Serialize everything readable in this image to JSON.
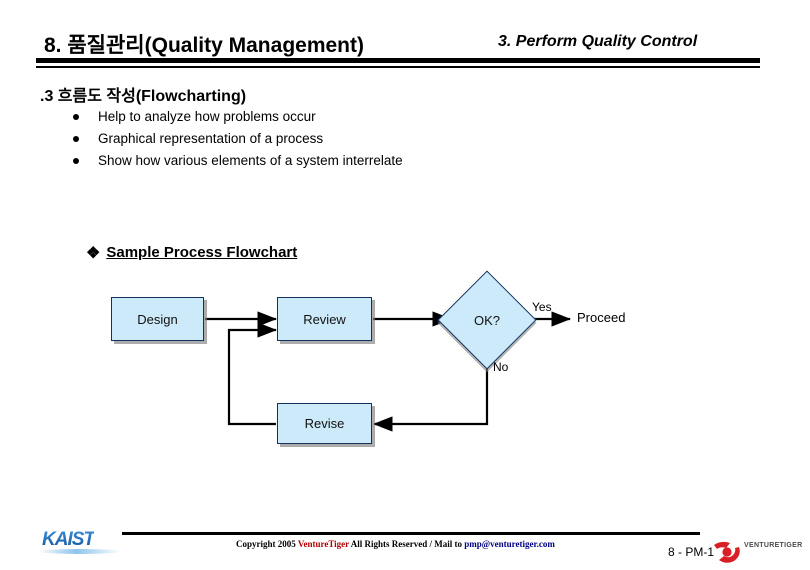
{
  "header": {
    "slide_title": "8. 품질관리(Quality Management)",
    "section_title": "3. Perform Quality Control"
  },
  "content": {
    "subsection_title": ".3  흐름도 작성(Flowcharting)",
    "bullets": [
      "Help to analyze how problems occur",
      "Graphical representation of a process",
      "Show how various elements of a system interrelate"
    ],
    "sample_heading": {
      "bullet_glyph": "❖",
      "text": "Sample Process Flowchart"
    }
  },
  "flowchart": {
    "nodes": [
      {
        "id": "design",
        "label": "Design",
        "shape": "rectangle"
      },
      {
        "id": "review",
        "label": "Review",
        "shape": "rectangle"
      },
      {
        "id": "ok",
        "label": "OK?",
        "shape": "diamond"
      },
      {
        "id": "revise",
        "label": "Revise",
        "shape": "rectangle"
      }
    ],
    "edge_labels": {
      "yes": "Yes",
      "no": "No"
    },
    "terminal_label": "Proceed",
    "colors": {
      "node_fill": "#cdeafa",
      "node_border": "#15305c",
      "connector": "#000000"
    }
  },
  "footer": {
    "copyright_prefix": "Copyright 2005 ",
    "brand": "VentureTiger",
    "copyright_middle": " All Rights Reserved / Mail to ",
    "email": "pmp@venturetiger.com",
    "page_number": "8 - PM-1",
    "kaist_logo_text": "KAIST",
    "venturetiger_logo_text": "VENTURETIGER"
  }
}
